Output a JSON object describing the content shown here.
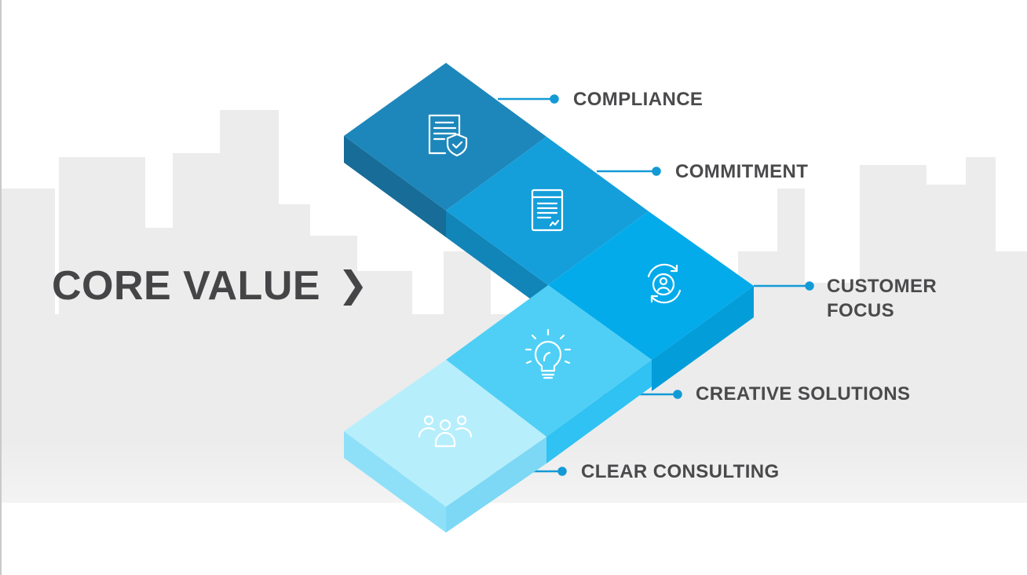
{
  "title": "CORE VALUE",
  "title_arrow": "❯",
  "colors": {
    "text": "#454547",
    "leader": "#139ad6",
    "skyline": "#ececec",
    "tiers": [
      {
        "top": "#1d87bb",
        "left": "#176c98",
        "right": "#1a7aab"
      },
      {
        "top": "#149fdb",
        "left": "#1184b8",
        "right": "#1290c9"
      },
      {
        "top": "#04abea",
        "left": "#0392cc",
        "right": "#039ed9"
      },
      {
        "top": "#4fcff5",
        "left": "#3cb9e8",
        "right": "#2fc2f2"
      },
      {
        "top": "#b7eefc",
        "left": "#8ee0f8",
        "right": "#7cd8f5"
      }
    ]
  },
  "values": [
    {
      "label": "COMPLIANCE",
      "icon": "document-shield-icon"
    },
    {
      "label": "COMMITMENT",
      "icon": "contract-icon"
    },
    {
      "label_line1": "CUSTOMER",
      "label_line2": "FOCUS",
      "icon": "customer-cycle-icon"
    },
    {
      "label": "CREATIVE SOLUTIONS",
      "icon": "lightbulb-icon"
    },
    {
      "label": "CLEAR CONSULTING",
      "icon": "team-icon"
    }
  ]
}
